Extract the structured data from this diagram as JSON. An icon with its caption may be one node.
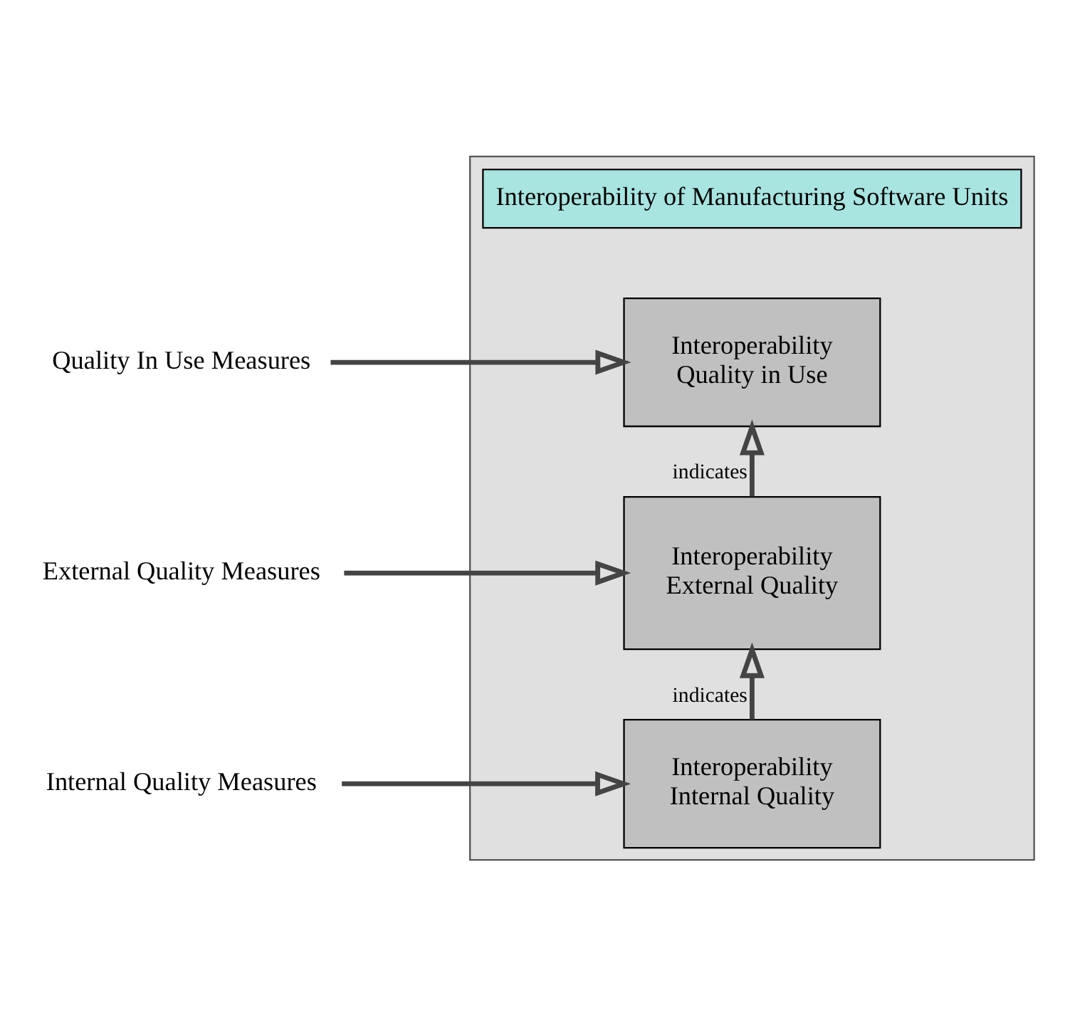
{
  "diagram": {
    "nodes": [
      {
        "text": [],
        "shape": "box"
      },
      {
        "text": [
          "Interoperability of Manufacturing Software Units"
        ],
        "in": 0
      },
      {
        "text": [
          "Interoperability",
          "Quality in Use"
        ],
        "in": 0
      },
      {
        "text": [
          "Interoperability",
          "External Quality"
        ],
        "in": 0
      },
      {
        "text": [
          "Interoperability",
          "Internal Quality"
        ],
        "in": 0
      },
      {
        "text": [
          "Quality In Use Measures"
        ]
      },
      {
        "text": [
          "External Quality Measures"
        ]
      },
      {
        "text": [
          "Internal Quality Measures"
        ]
      }
    ],
    "edges": [
      {
        "from": 5,
        "to": 2,
        "arrow": "to"
      },
      {
        "from": 6,
        "to": 3,
        "arrow": "to"
      },
      {
        "from": 7,
        "to": 4,
        "arrow": "to"
      },
      {
        "from": 4,
        "to": 3,
        "arrow": "to",
        "label": "indicates"
      },
      {
        "from": 3,
        "to": 2,
        "arrow": "to",
        "label": "indicates"
      }
    ]
  }
}
